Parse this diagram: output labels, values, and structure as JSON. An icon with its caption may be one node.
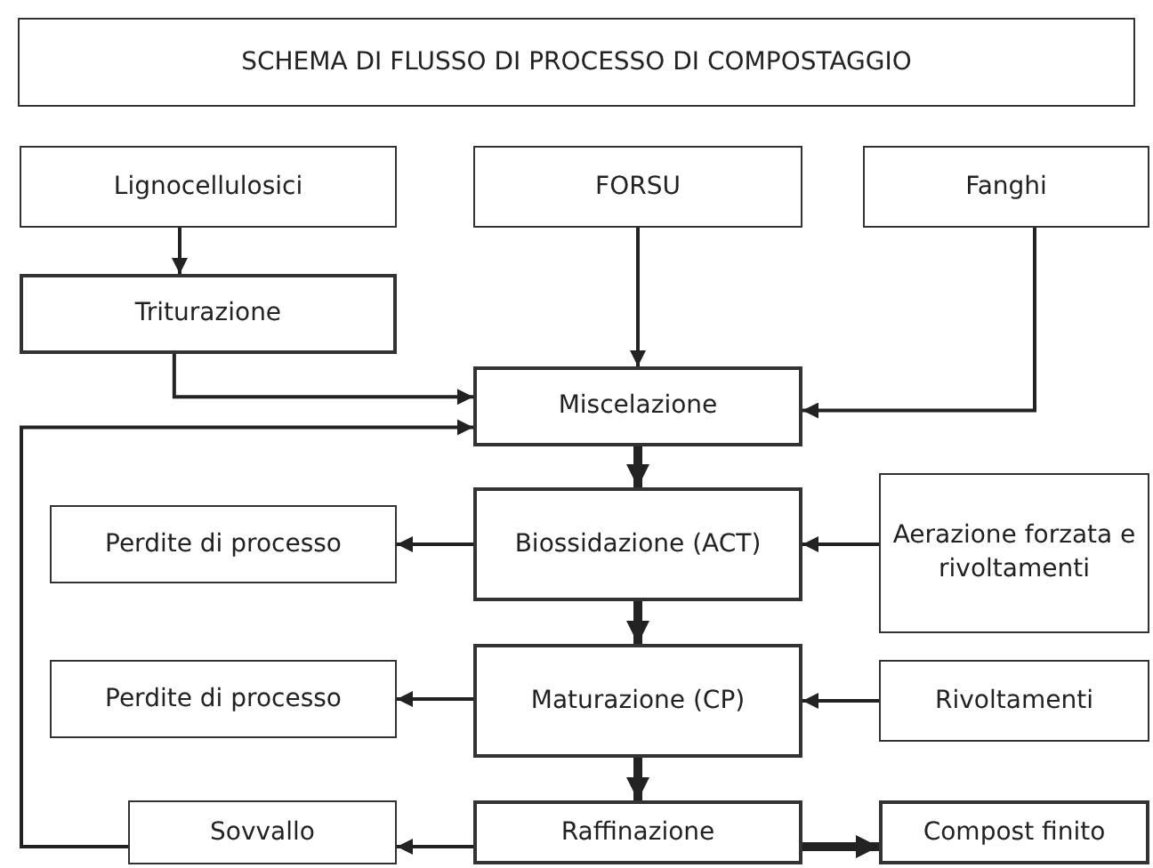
{
  "diagram": {
    "title": "SCHEMA DI FLUSSO DI PROCESSO DI COMPOSTAGGIO",
    "nodes": [
      {
        "text": [
          "Lignocellulosici"
        ]
      },
      {
        "text": [
          "FORSU"
        ]
      },
      {
        "text": [
          "Fanghi"
        ]
      },
      {
        "text": [
          "Triturazione"
        ]
      },
      {
        "text": [
          "Miscelazione"
        ]
      },
      {
        "text": [
          "Perdite di processo"
        ]
      },
      {
        "text": [
          "Biossidazione (ACT)"
        ]
      },
      {
        "text": [
          "Aerazione forzata e rivoltamenti"
        ]
      },
      {
        "text": [
          "Perdite di processo"
        ]
      },
      {
        "text": [
          "Maturazione (CP)"
        ]
      },
      {
        "text": [
          "Rivoltamenti"
        ]
      },
      {
        "text": [
          "Sovvallo"
        ]
      },
      {
        "text": [
          "Raffinazione"
        ]
      },
      {
        "text": [
          "Compost finito"
        ]
      }
    ],
    "edges": [
      {
        "from": 0,
        "to": 3,
        "arrow": "to"
      },
      {
        "from": 1,
        "to": 4,
        "arrow": "to"
      },
      {
        "from": 2,
        "to": 4,
        "arrow": "to"
      },
      {
        "from": 3,
        "to": 4,
        "arrow": "to"
      },
      {
        "from": 4,
        "to": 6,
        "arrow": "to",
        "style": "thick"
      },
      {
        "from": 6,
        "to": 5,
        "arrow": "to"
      },
      {
        "from": 7,
        "to": 6,
        "arrow": "to"
      },
      {
        "from": 6,
        "to": 9,
        "arrow": "to",
        "style": "thick"
      },
      {
        "from": 9,
        "to": 8,
        "arrow": "to"
      },
      {
        "from": 10,
        "to": 9,
        "arrow": "to"
      },
      {
        "from": 9,
        "to": 12,
        "arrow": "to",
        "style": "thick"
      },
      {
        "from": 12,
        "to": 11,
        "arrow": "to"
      },
      {
        "from": 12,
        "to": 13,
        "arrow": "to",
        "style": "thick"
      },
      {
        "from": 11,
        "to": 4,
        "arrow": "to"
      }
    ]
  }
}
